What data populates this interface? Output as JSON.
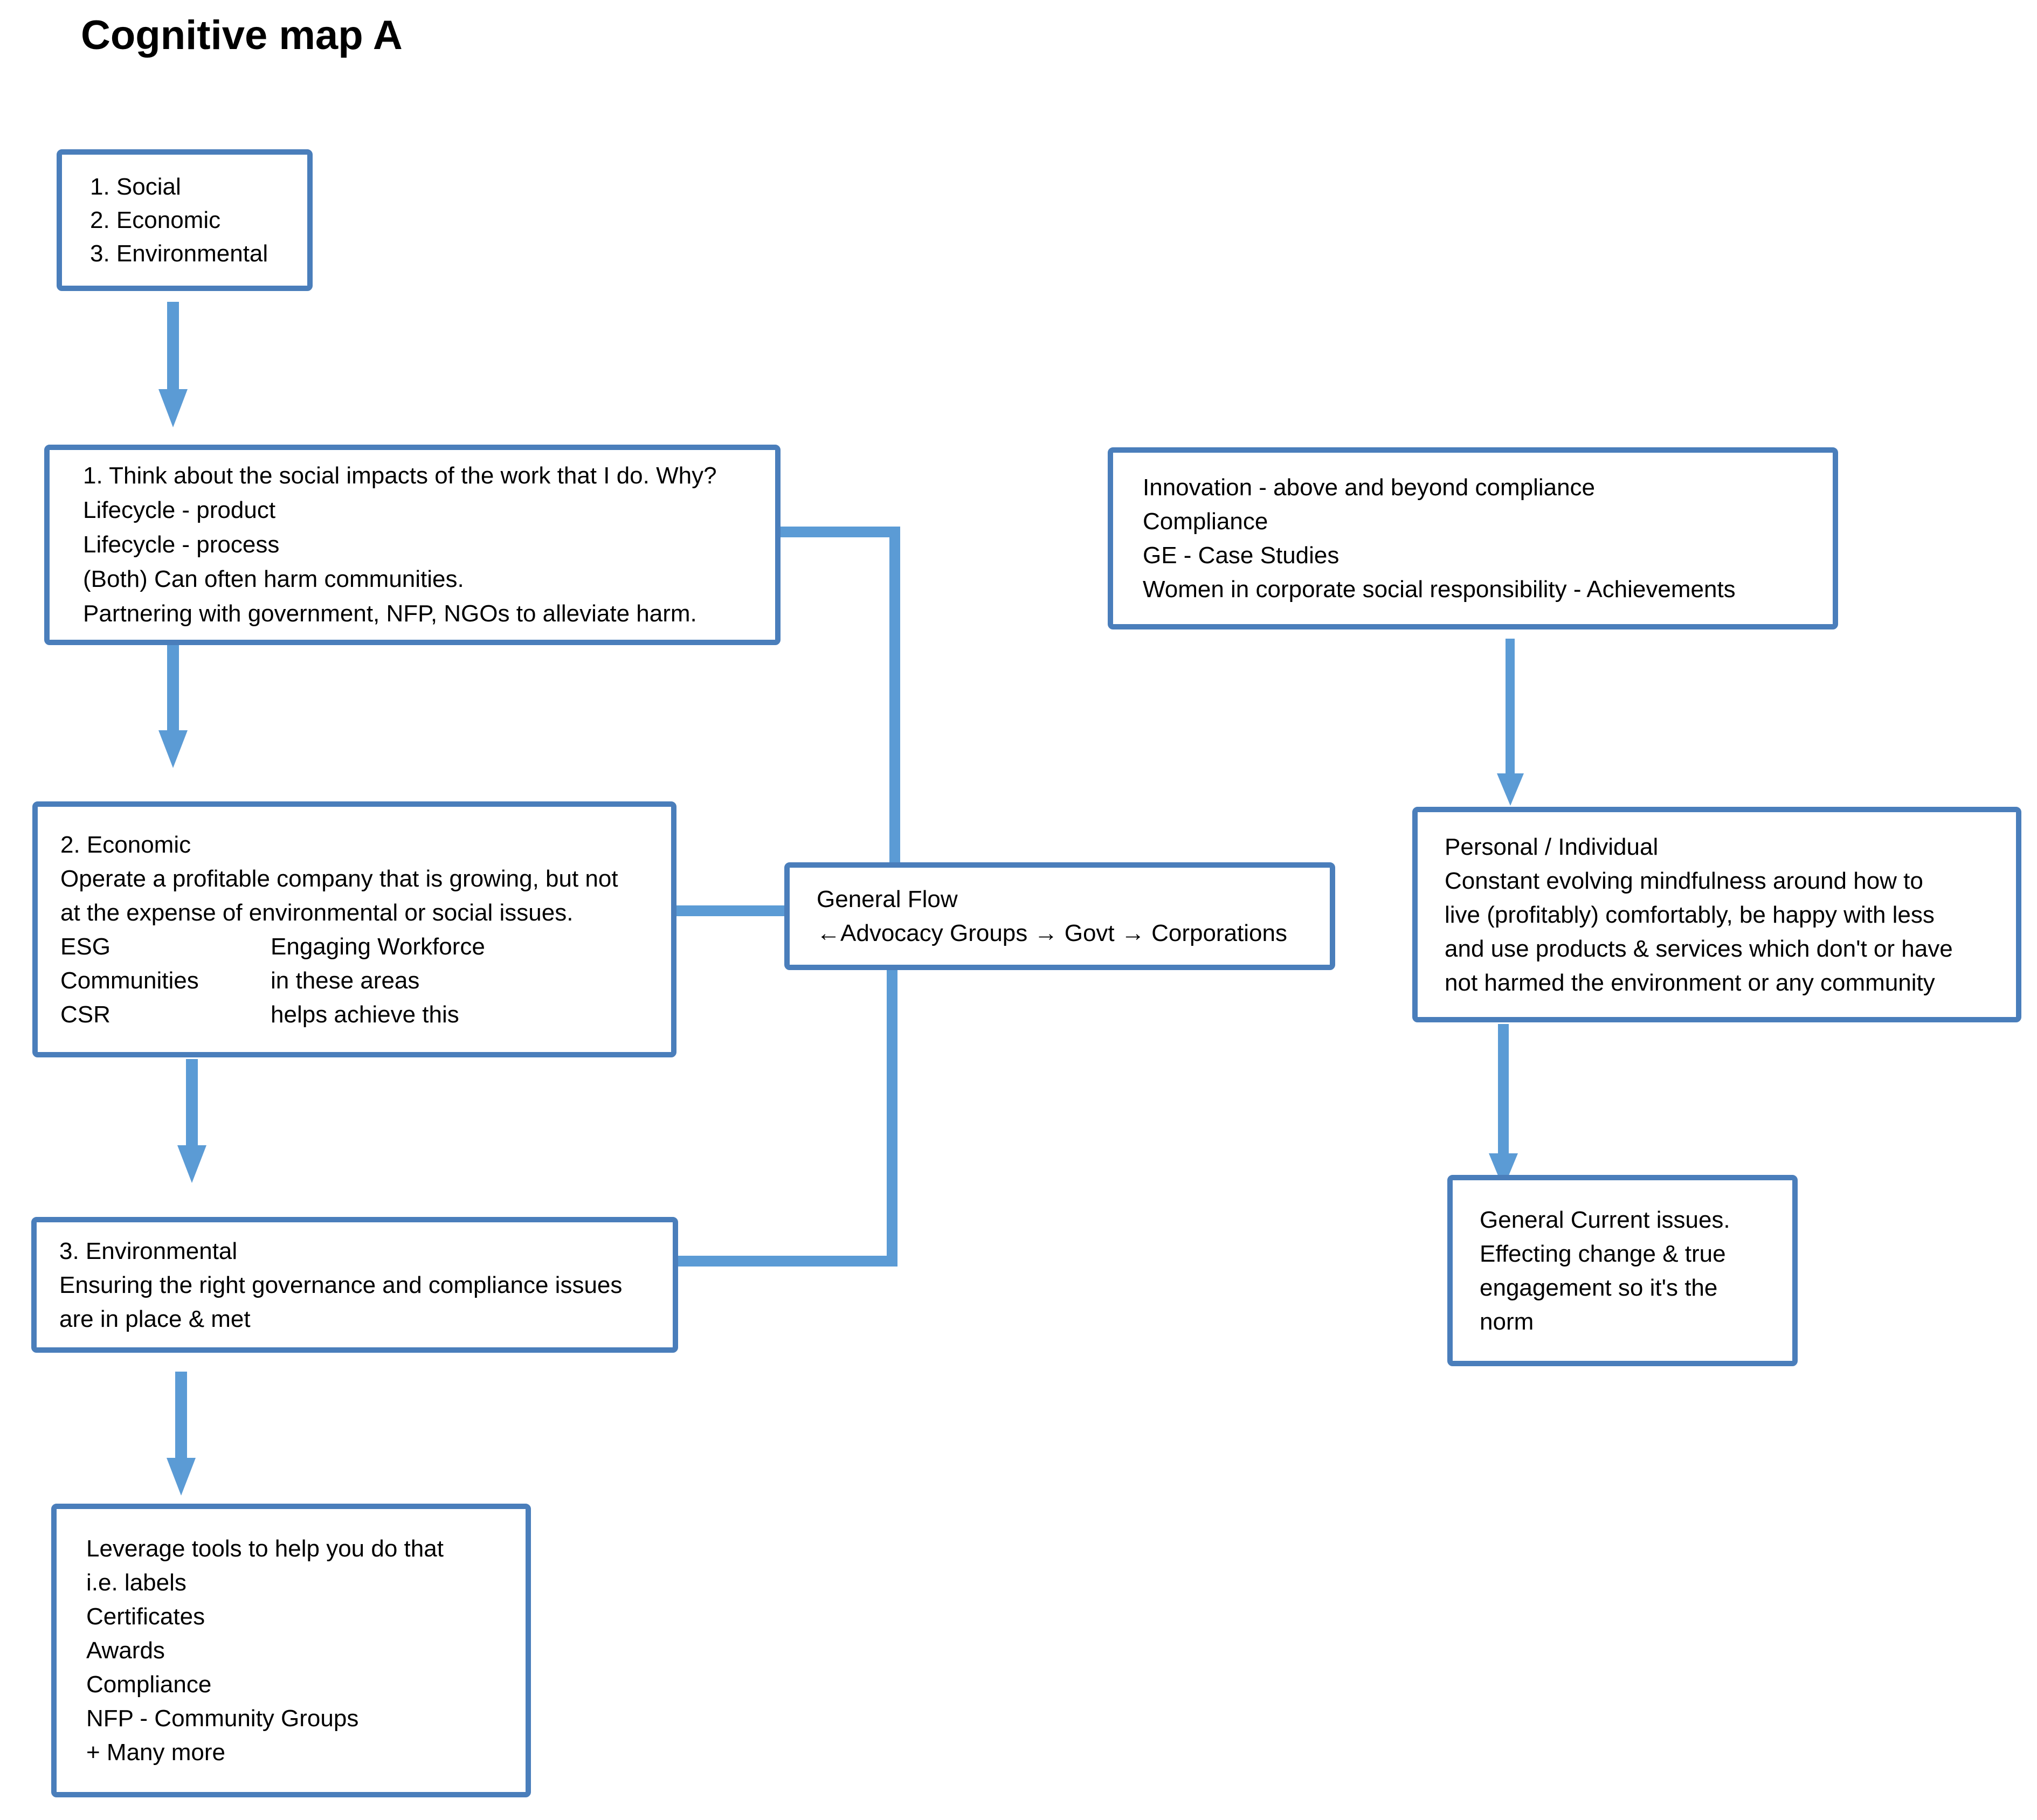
{
  "page": {
    "title": "Cognitive map A",
    "colors": {
      "box_border": "#4A7EBB",
      "connector": "#5B9BD5",
      "background": "#FFFFFF",
      "text": "#000000"
    }
  },
  "boxes": {
    "categories": {
      "name": "categories-box",
      "lines": [
        "1. Social",
        "2. Economic",
        "3. Environmental"
      ]
    },
    "social": {
      "name": "social-impacts-box",
      "lines": [
        "1. Think about the social impacts of the work that I do. Why?",
        "Lifecycle - product",
        "Lifecycle - process",
        "(Both) Can often harm communities.",
        "Partnering with government, NFP, NGOs to alleviate harm."
      ]
    },
    "economic": {
      "name": "economic-box",
      "lines": [
        "2. Economic",
        "Operate a profitable company that is growing, but not",
        "at the expense of environmental or social issues."
      ],
      "columns": [
        {
          "left": "ESG",
          "right": "Engaging Workforce"
        },
        {
          "left": "Communities",
          "right": "in these areas"
        },
        {
          "left": "CSR",
          "right": "helps achieve this"
        }
      ]
    },
    "environmental": {
      "name": "environmental-box",
      "lines": [
        "3. Environmental",
        "Ensuring the right governance and compliance issues",
        "are in place & met"
      ]
    },
    "leverage": {
      "name": "leverage-tools-box",
      "lines": [
        "Leverage tools to help you do that",
        "i.e. labels",
        "Certificates",
        "Awards",
        "Compliance",
        "NFP - Community Groups",
        "+ Many more"
      ]
    },
    "general_flow": {
      "name": "general-flow-box",
      "lines": [
        "General Flow",
        "←Advocacy Groups → Govt → Corporations"
      ]
    },
    "innovation": {
      "name": "innovation-box",
      "lines": [
        "Innovation - above and beyond compliance",
        "Compliance",
        "GE - Case Studies",
        "Women in corporate social responsibility - Achievements"
      ]
    },
    "personal": {
      "name": "personal-individual-box",
      "lines": [
        "Personal / Individual",
        "Constant evolving mindfulness around how to",
        "live (profitably) comfortably, be happy with less",
        "and use products & services which don't or have",
        "not harmed the environment or any community"
      ]
    },
    "current_issues": {
      "name": "general-current-issues-box",
      "lines": [
        "General Current issues.",
        "Effecting change & true",
        "engagement so it's the",
        "norm"
      ]
    }
  },
  "connectors": [
    {
      "name": "arrow-categories-to-social",
      "type": "arrow-down"
    },
    {
      "name": "arrow-social-to-economic",
      "type": "arrow-down"
    },
    {
      "name": "arrow-economic-to-environmental",
      "type": "arrow-down"
    },
    {
      "name": "arrow-environmental-to-leverage",
      "type": "arrow-down"
    },
    {
      "name": "elbow-social-to-general-flow",
      "type": "elbow"
    },
    {
      "name": "elbow-environmental-to-general-flow",
      "type": "elbow"
    },
    {
      "name": "arrow-innovation-to-personal",
      "type": "arrow-down"
    },
    {
      "name": "arrow-personal-to-current-issues",
      "type": "arrow-down"
    }
  ]
}
